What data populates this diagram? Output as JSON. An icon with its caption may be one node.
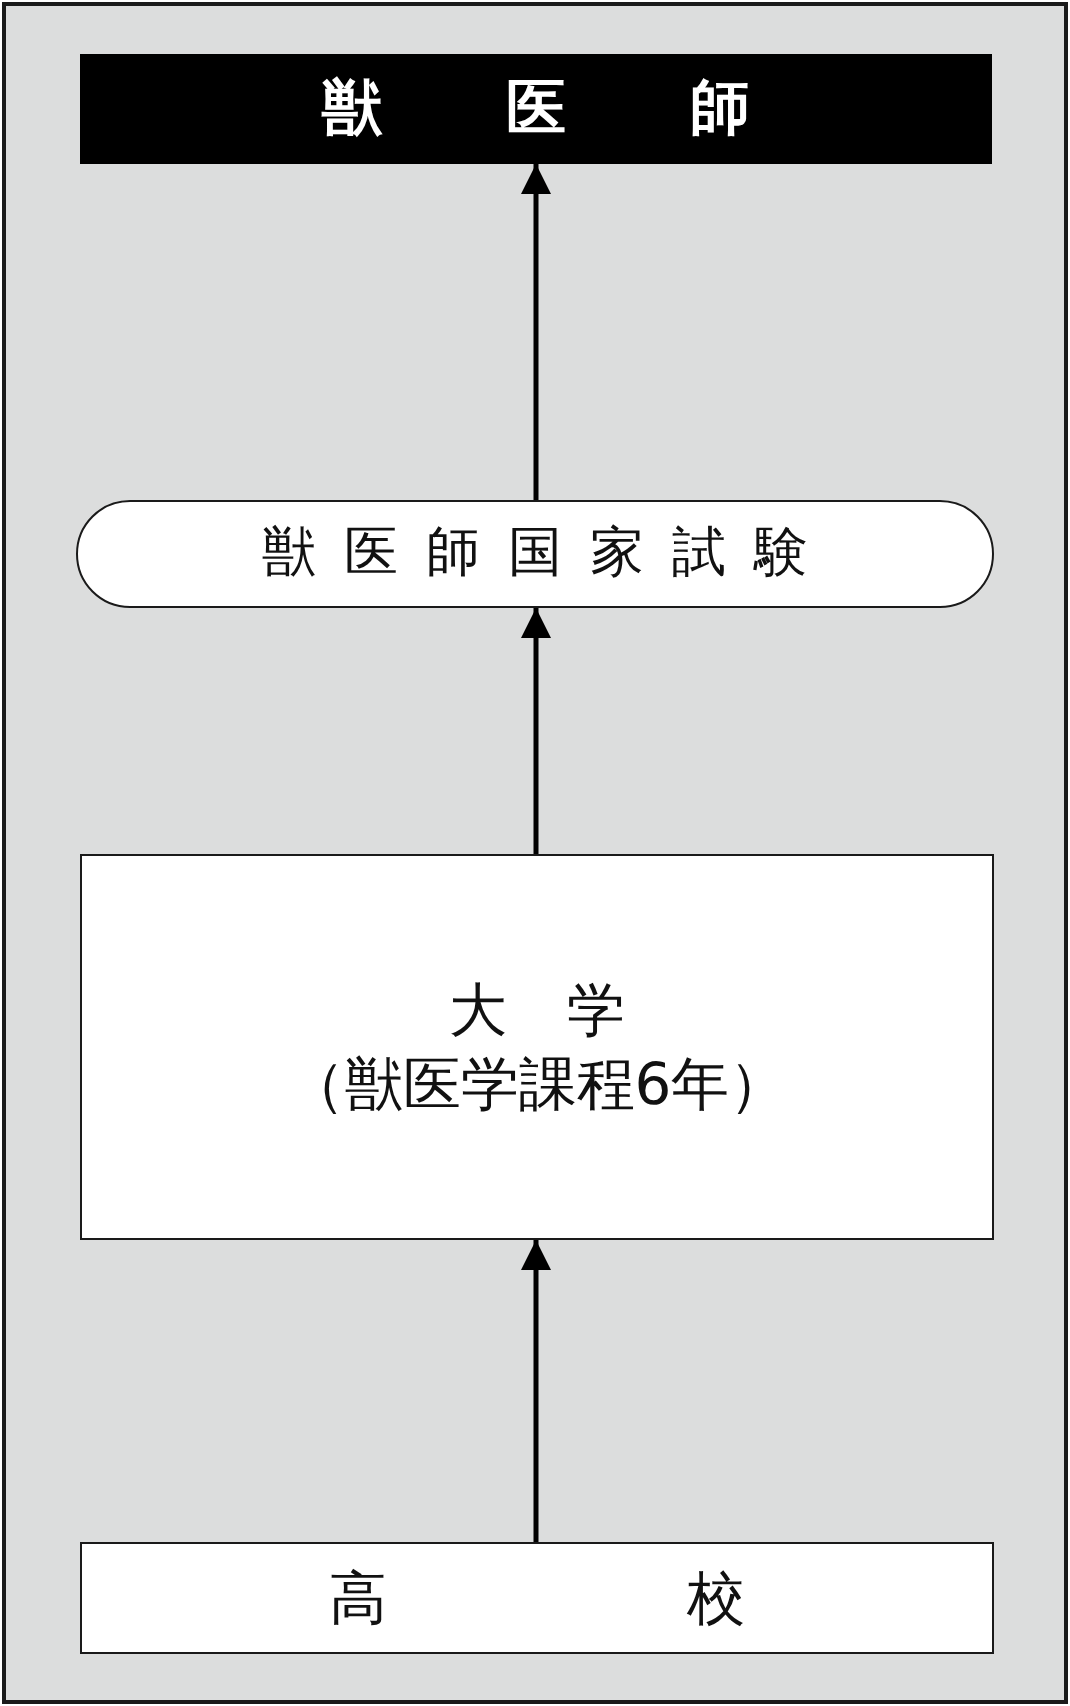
{
  "diagram": {
    "nodes": [
      {
        "text": [
          "獣医師"
        ]
      },
      {
        "text": [
          "獣医師国家試験"
        ]
      },
      {
        "text": [
          "大学",
          "（獣医学課程6年）"
        ]
      },
      {
        "text": [
          "高校"
        ]
      }
    ],
    "edges": [
      {
        "from": 3,
        "to": 2,
        "arrow": "to"
      },
      {
        "from": 2,
        "to": 1,
        "arrow": "to"
      },
      {
        "from": 1,
        "to": 0,
        "arrow": "to"
      }
    ]
  }
}
